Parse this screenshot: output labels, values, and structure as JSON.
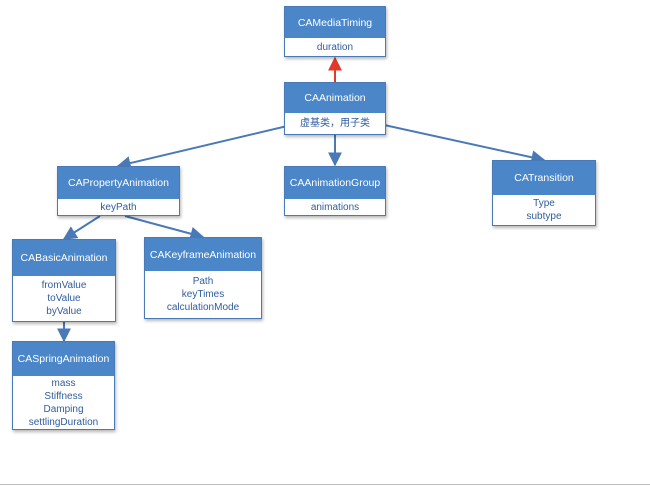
{
  "colors": {
    "header": "#4a86c8",
    "body_text": "#2f5c9e",
    "border": "#4a79b8",
    "edge": "#4a79b8",
    "protocol_edge": "#e03a2a"
  },
  "nodes": {
    "caMediaTiming": {
      "title": "CAMediaTiming",
      "body": [
        "duration"
      ]
    },
    "caAnimation": {
      "title": "CAAnimation",
      "body": [
        "虚基类，用子类"
      ]
    },
    "caPropertyAnimation": {
      "title": "CAPropertyAnimation",
      "body": [
        "keyPath"
      ]
    },
    "caAnimationGroup": {
      "title": "CAAnimationGroup",
      "body": [
        "animations"
      ]
    },
    "caTransition": {
      "title": "CATransition",
      "body": [
        "Type",
        "subtype"
      ]
    },
    "caBasicAnimation": {
      "title": "CABasicAnimation",
      "body": [
        "fromValue",
        "toValue",
        "byValue"
      ]
    },
    "caKeyframeAnimation": {
      "title": "CAKeyframeAnimation",
      "body": [
        "Path",
        "keyTimes",
        "calculationMode"
      ]
    },
    "caSpringAnimation": {
      "title": "CASpringAnimation",
      "body": [
        "mass",
        "Stiffness",
        "Damping",
        "settlingDuration"
      ]
    }
  },
  "edges": [
    {
      "from": "caAnimation",
      "to": "caMediaTiming",
      "kind": "protocol"
    },
    {
      "from": "caAnimation",
      "to": "caPropertyAnimation",
      "kind": "inherit"
    },
    {
      "from": "caAnimation",
      "to": "caAnimationGroup",
      "kind": "inherit"
    },
    {
      "from": "caAnimation",
      "to": "caTransition",
      "kind": "inherit"
    },
    {
      "from": "caPropertyAnimation",
      "to": "caBasicAnimation",
      "kind": "inherit"
    },
    {
      "from": "caPropertyAnimation",
      "to": "caKeyframeAnimation",
      "kind": "inherit"
    },
    {
      "from": "caBasicAnimation",
      "to": "caSpringAnimation",
      "kind": "inherit"
    }
  ]
}
